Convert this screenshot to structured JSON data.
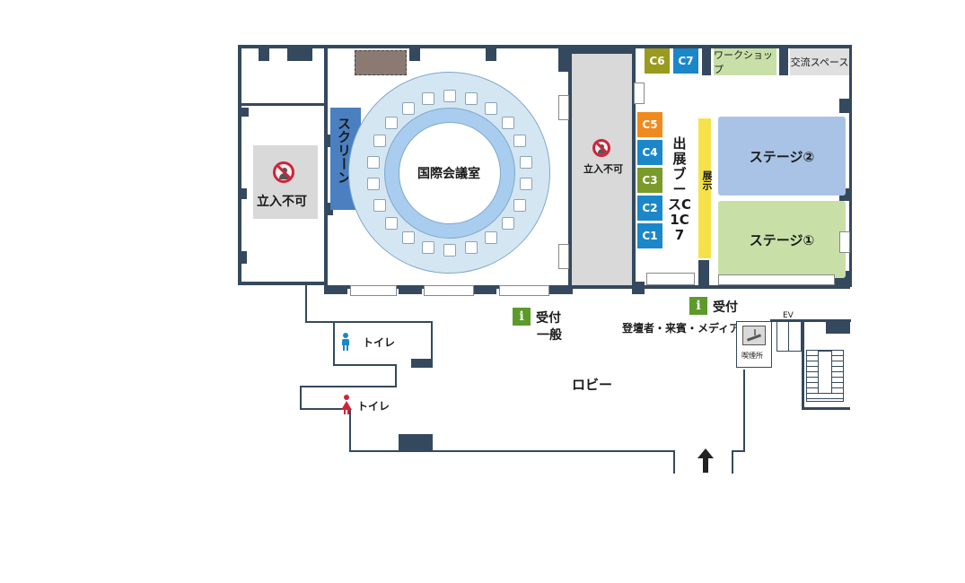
{
  "floor": {
    "conference_room": "国際会議室",
    "screen": "スクリーン",
    "no_entry_left": "立入不可",
    "no_entry_center": "立入不可",
    "booth_area": "出展ブースC1C7",
    "exhibit": "展示",
    "stage1": "ステージ①",
    "stage2": "ステージ②",
    "workshop": "ワークショップ",
    "lounge": "交流スペース",
    "reception_general_title": "受付",
    "reception_general_sub": "一般",
    "reception_vip_title": "受付",
    "reception_vip_sub": "登壇者・来賓・メディア",
    "lobby": "ロビー",
    "toilet_men": "トイレ",
    "toilet_women": "トイレ",
    "smoking": "喫煙所",
    "elevator": "EV",
    "info_glyph": "i"
  },
  "booths": [
    {
      "id": "C1",
      "color": "#1b87c9"
    },
    {
      "id": "C2",
      "color": "#1b87c9"
    },
    {
      "id": "C3",
      "color": "#7a9a2a"
    },
    {
      "id": "C4",
      "color": "#1b87c9"
    },
    {
      "id": "C5",
      "color": "#ef8a1e"
    },
    {
      "id": "C6",
      "color": "#9a9a1e"
    },
    {
      "id": "C7",
      "color": "#1b87c9"
    }
  ],
  "colors": {
    "wall": "#34495e",
    "stage1": "#c8e0a8",
    "stage2": "#a9c3e6",
    "exhibit": "#f5e24a",
    "screen": "#4a7fc0",
    "room_outer": "#d5e6f3",
    "room_inner": "#a8cdee",
    "grey_zone": "#d9d9d9",
    "info": "#5c9a2c",
    "men": "#1b87c9",
    "women": "#d0243a"
  }
}
